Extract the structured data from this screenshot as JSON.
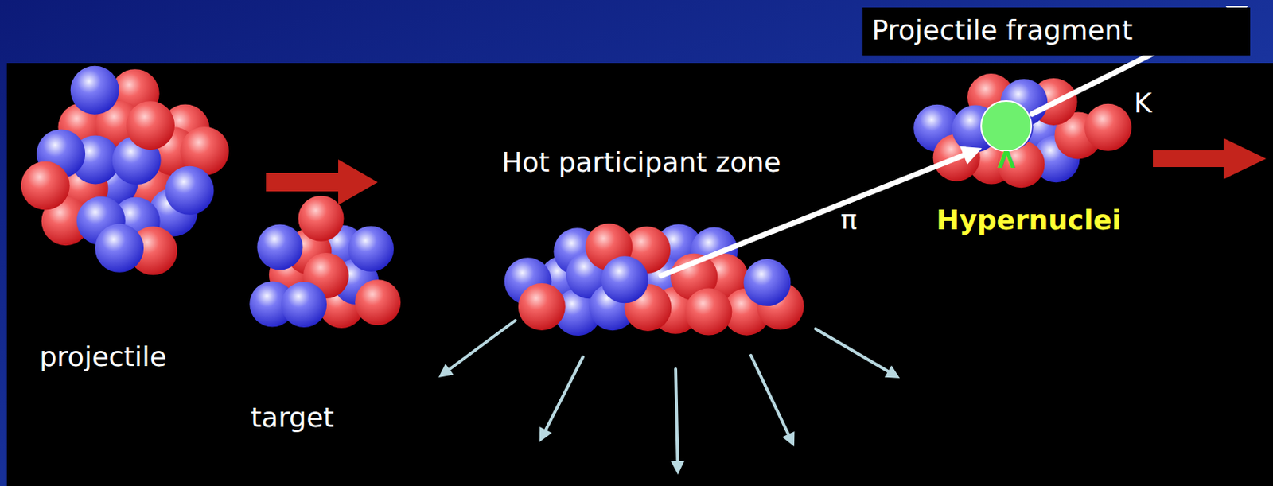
{
  "diagram": {
    "nodes": [
      {
        "text": [
          "Projectile fragment"
        ]
      },
      {
        "text": [
          "Λ"
        ]
      }
    ],
    "labels": [
      "K",
      "Hot participant zone",
      "π",
      "Hypernuclei",
      "projectile",
      "target"
    ]
  }
}
